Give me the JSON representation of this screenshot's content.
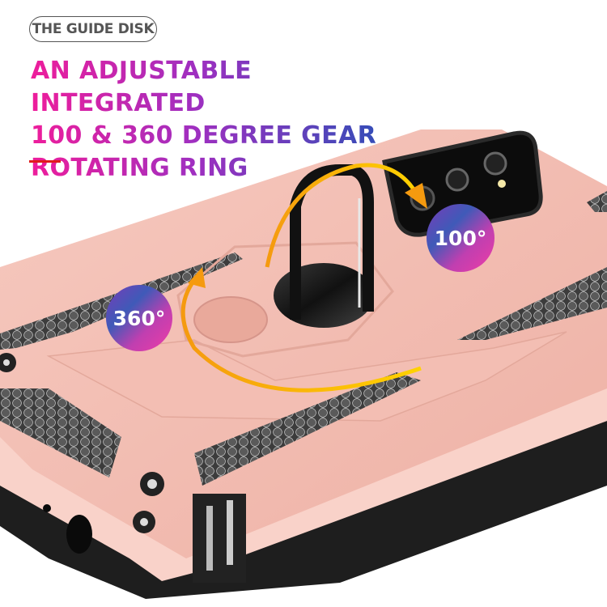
{
  "tag": {
    "label": "THE GUIDE DISK"
  },
  "headline": {
    "line1": "AN ADJUSTABLE INTEGRATED",
    "line2": "100 & 360 DEGREE GEAR",
    "line3": "ROTATING RING"
  },
  "badges": {
    "rotation_360": "360°",
    "rotation_100": "100°"
  },
  "colors": {
    "gradient_start": "#ee1d9b",
    "gradient_mid": "#a02fc0",
    "gradient_end": "#2d4fb7",
    "accent_line": "#e01b1b",
    "case_pink": "#f0b8ad",
    "arrow_yellow": "#ffcc00",
    "arrow_orange": "#f59a0f"
  }
}
